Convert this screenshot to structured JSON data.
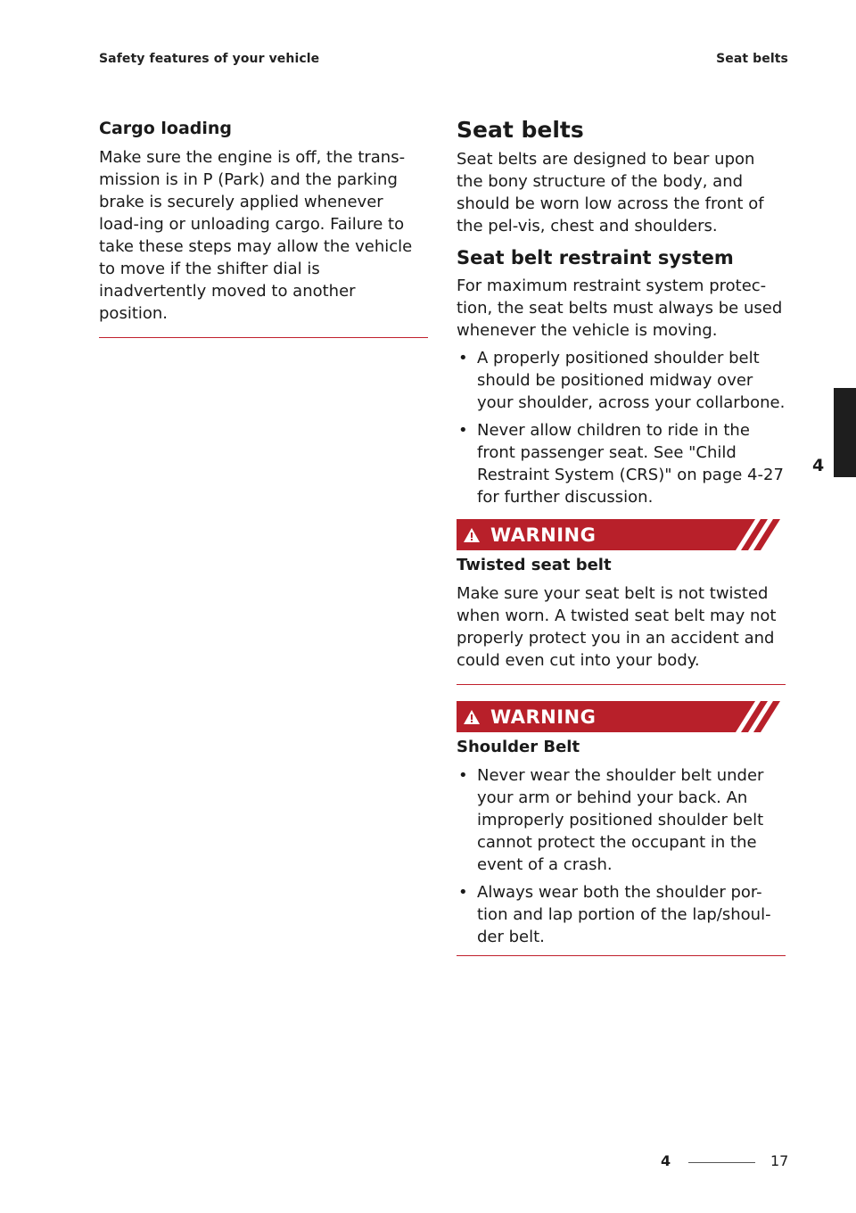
{
  "header": {
    "left": "Safety features of your vehicle",
    "right": "Seat belts"
  },
  "left_column": {
    "heading": "Cargo loading",
    "paragraph": "Make sure the engine is off, the trans-mission is in P (Park) and the parking brake is securely applied whenever load-ing or unloading cargo. Failure to take these steps may allow the vehicle to move if the shifter dial is inadvertently moved to another position."
  },
  "right_column": {
    "title": "Seat belts",
    "intro": "Seat belts are designed to bear upon the bony structure of the body, and should be worn low across the front of the pel-vis, chest and shoulders.",
    "subheading": "Seat belt restraint system",
    "restraint_text": "For maximum restraint system protec-tion, the seat belts must always be used whenever the vehicle is moving.",
    "bullets": [
      "A properly positioned shoulder belt should be positioned midway over your shoulder, across your collarbone.",
      "Never allow children to ride in the front passenger seat. See \"Child Restraint System (CRS)\" on page 4-27 for further discussion."
    ],
    "warning1": {
      "label": "WARNING",
      "title": "Twisted seat belt",
      "text": "Make sure your seat belt is not twisted when worn. A twisted seat belt may not properly protect you in an accident and could even cut into your body."
    },
    "warning2": {
      "label": "WARNING",
      "title": "Shoulder Belt",
      "bullets": [
        "Never wear the shoulder belt under your arm or behind your back. An improperly positioned shoulder belt cannot protect the occupant in the event of a crash.",
        "Always wear both the shoulder por-tion and lap portion of the lap/shoul-der belt."
      ]
    }
  },
  "side_tab": {
    "chapter": "4"
  },
  "footer": {
    "chapter": "4",
    "page": "17"
  },
  "colors": {
    "accent_red": "#b8202a",
    "rule_red": "#c0202c",
    "tab_dark": "#1e1e1e"
  },
  "icons": {
    "warning": "warning-triangle-icon"
  }
}
